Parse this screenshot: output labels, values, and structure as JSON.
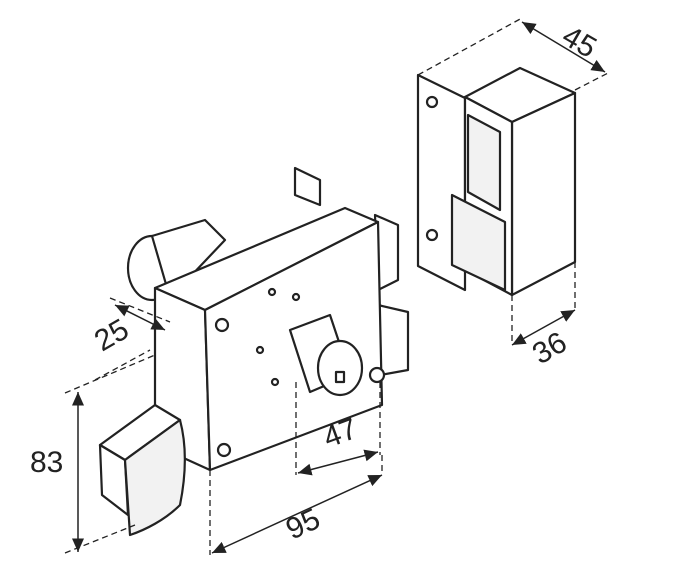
{
  "dimensions": {
    "strike_width": "45",
    "strike_depth": "36",
    "knob_offset": "25",
    "lock_height": "83",
    "cylinder_offset": "47",
    "lock_width": "95"
  }
}
